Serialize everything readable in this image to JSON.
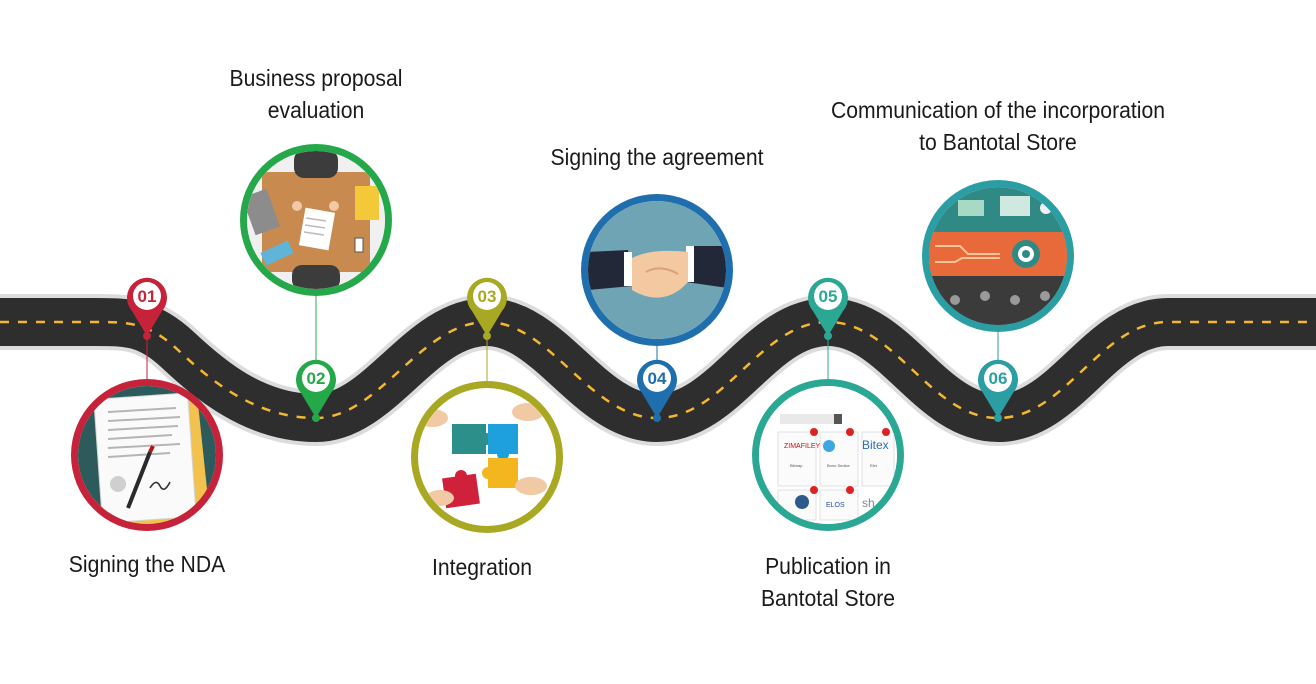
{
  "steps": [
    {
      "number": "01",
      "title_lines": [
        "Signing the NDA"
      ],
      "color": "#c6223a",
      "image": "document-signing-icon"
    },
    {
      "number": "02",
      "title_lines": [
        "Business proposal",
        "evaluation"
      ],
      "color": "#25a84a",
      "image": "meeting-table-icon"
    },
    {
      "number": "03",
      "title_lines": [
        "Integration"
      ],
      "color": "#a8a823",
      "image": "puzzle-pieces-icon"
    },
    {
      "number": "04",
      "title_lines": [
        "Signing the agreement"
      ],
      "color": "#1f6fae",
      "image": "handshake-icon"
    },
    {
      "number": "05",
      "title_lines": [
        "Publication in",
        "Bantotal Store"
      ],
      "color": "#2aa894",
      "image": "store-screen-icon"
    },
    {
      "number": "06",
      "title_lines": [
        "Communication of the incorporation",
        "to Bantotal Store"
      ],
      "color": "#2b9ea4",
      "image": "communication-network-icon"
    }
  ],
  "store_screen": {
    "logos": [
      "ZIMAFILEY",
      "Bitex",
      "ELOS",
      "sh"
    ],
    "cards": [
      "Bitmap",
      "Bono Sedice",
      "Elet"
    ]
  },
  "colors": {
    "road": "#2e2e2e",
    "road_edge": "#dcdcdc",
    "dash": "#f5b731"
  }
}
